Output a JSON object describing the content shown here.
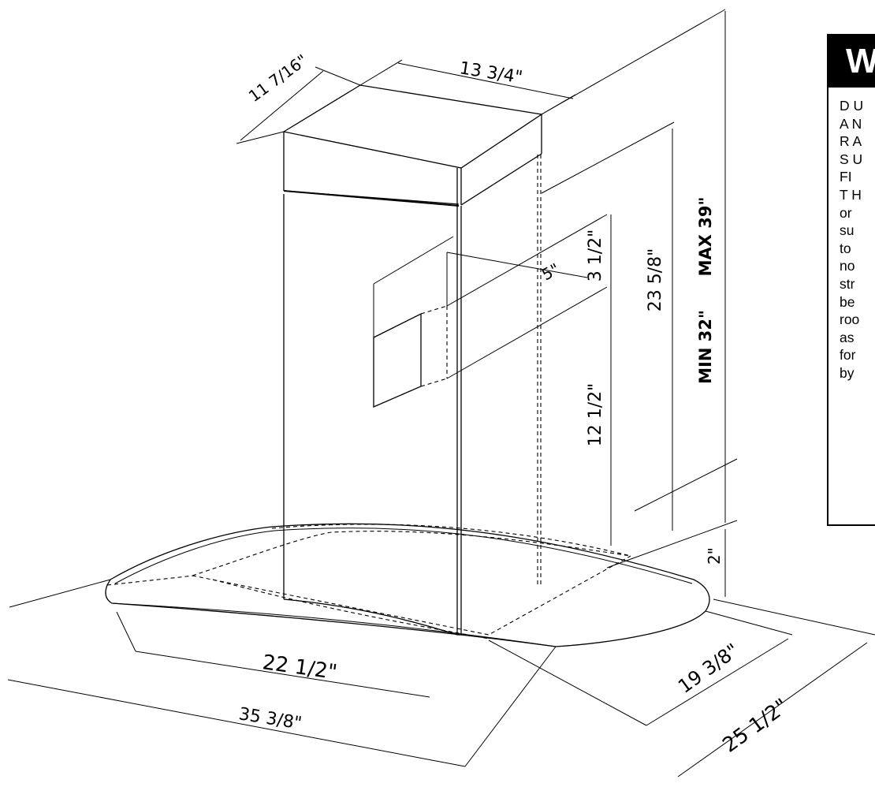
{
  "dimensions": {
    "top_depth": "11 7/16\"",
    "top_width": "13  3/4\"",
    "max_height": "MAX  39\"",
    "min_height": "MIN  32\"",
    "chimney_height": "23  5/8\"",
    "vent_width": "5\"",
    "vent_height": "3  1/2\"",
    "vent_offset": "12  1/2\"",
    "glass_thickness": "2\"",
    "body_width": "22    1/2\"",
    "body_depth": "19  3/8\"",
    "overall_width": "35  3/8\"",
    "overall_depth": "25   1/2\""
  },
  "warning": {
    "title": "W",
    "lines": [
      "D U",
      "A N",
      "R A",
      "S U",
      "FI",
      "T H",
      "or",
      "su",
      "to",
      "no",
      "str",
      "be",
      "roo",
      "as",
      "for",
      "by"
    ]
  }
}
